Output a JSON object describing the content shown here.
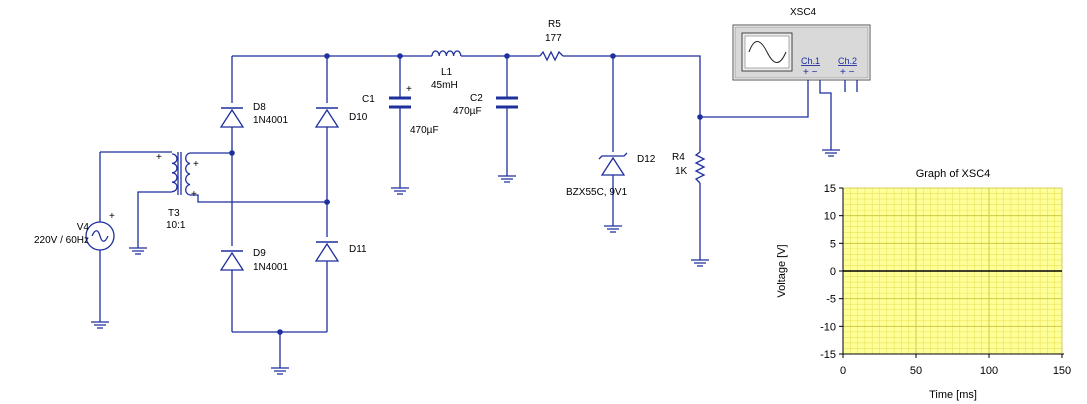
{
  "components": {
    "source": {
      "ref": "V4",
      "value": "220V / 60Hz"
    },
    "transformer": {
      "ref": "T3",
      "value": "10:1"
    },
    "d8": {
      "ref": "D8",
      "value": "1N4001"
    },
    "d9": {
      "ref": "D9",
      "value": "1N4001"
    },
    "d10": {
      "ref": "D10"
    },
    "d11": {
      "ref": "D11"
    },
    "c1": {
      "ref": "C1",
      "value": "470µF"
    },
    "c2": {
      "ref": "C2",
      "value": "470µF"
    },
    "l1": {
      "ref": "L1",
      "value": "45mH"
    },
    "r5": {
      "ref": "R5",
      "value": "177"
    },
    "r4": {
      "ref": "R4",
      "value": "1K"
    },
    "d12": {
      "ref": "D12",
      "value": "BZX55C, 9V1"
    }
  },
  "scope": {
    "ref": "XSC4",
    "ch1": "Ch.1",
    "ch2": "Ch.2",
    "pm": "+ −"
  },
  "colors": {
    "wire": "#1e2f9e",
    "grid_bg": "#ffff99",
    "trace": "#000000"
  },
  "chart_data": {
    "type": "line",
    "title": "Graph of XSC4",
    "xlabel": "Time [ms]",
    "ylabel": "Voltage [V]",
    "xlim": [
      0,
      150
    ],
    "ylim": [
      -15,
      15
    ],
    "xticks": [
      0,
      50,
      100,
      150
    ],
    "yticks": [
      15,
      10,
      5,
      0,
      -5,
      -10,
      -15
    ],
    "grid": true,
    "series": [
      {
        "x": [
          0,
          150
        ],
        "y": [
          0,
          0
        ]
      }
    ]
  }
}
